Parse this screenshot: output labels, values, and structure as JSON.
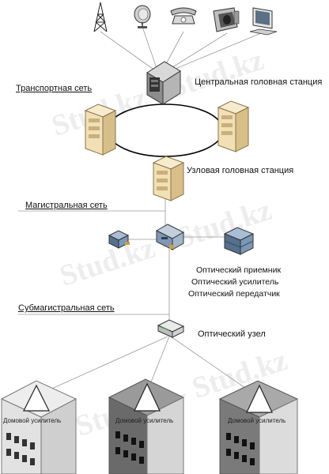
{
  "watermark": "Stud.kz - Stud.kz",
  "labels": {
    "transport_net": "Транспортная сеть",
    "central_headend": "Центральная головная станция",
    "node_headend": "Узловая головная станция",
    "trunk_net": "Магистральная сеть",
    "optical_receiver": "Оптический приемник",
    "optical_amplifier": "Оптический усилитель",
    "optical_transmitter": "Оптический передатчик",
    "subtrunk_net": "Субмагистральная сеть",
    "optical_node": "Оптический узел",
    "house_amp_1": "Домовой усилитель",
    "house_amp_2": "Домовой усилитель",
    "house_amp_3": "Домовой усилитель"
  },
  "icons": {
    "sources": [
      "antenna-tower-icon",
      "satellite-dish-icon",
      "telephone-icon",
      "video-camera-icon",
      "computer-monitor-icon"
    ],
    "central": "server-rack-icon",
    "node": "server-cabinet-icon",
    "optical": [
      "optical-receiver-icon",
      "optical-amplifier-icon",
      "optical-transmitter-icon"
    ],
    "optical_node": "optical-node-icon",
    "buildings": "apartment-building-icon"
  },
  "colors": {
    "line": "#9a9a9a",
    "ring": "#000000",
    "cabinet": "#f1dfb6",
    "cabinet_shade": "#d8bf8a",
    "building_light": "#e2e2e2",
    "building_dark": "#6a6a6a",
    "device_blue": "#6f8fb0",
    "watermark": "#bfbfbf"
  }
}
